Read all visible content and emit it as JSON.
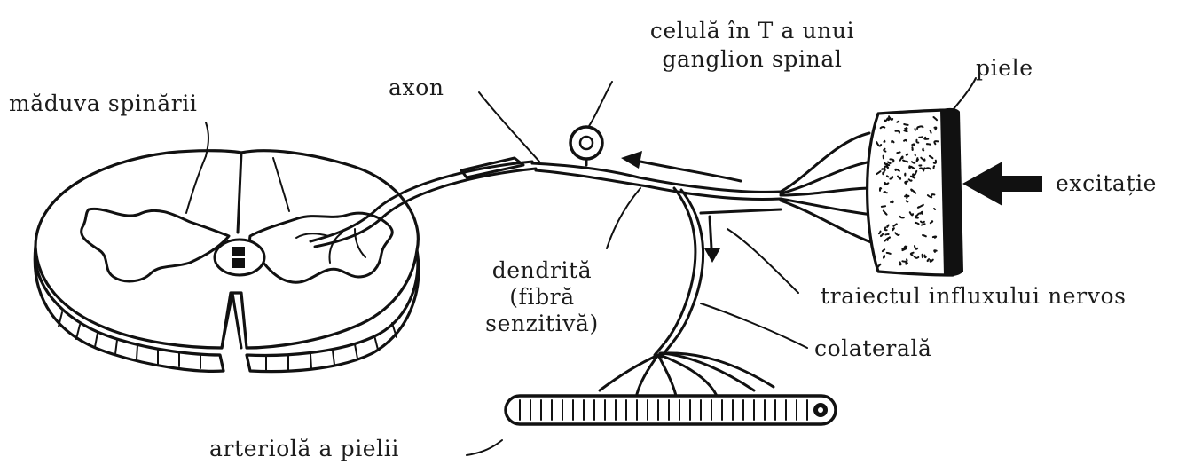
{
  "labels": {
    "spinal_cord": "măduva spinării",
    "axon": "axon",
    "t_cell": "celulă în T a unui\nganglion spinal",
    "skin": "piele",
    "excitation": "excitație",
    "dendrite": "dendrită\n(fibră\nsenzitivă)",
    "nerve_path": "traiectul influxului nervos",
    "collateral": "colaterală",
    "arteriole": "arteriolă a pielii"
  },
  "colors": {
    "ink": "#111111",
    "background": "#ffffff"
  }
}
